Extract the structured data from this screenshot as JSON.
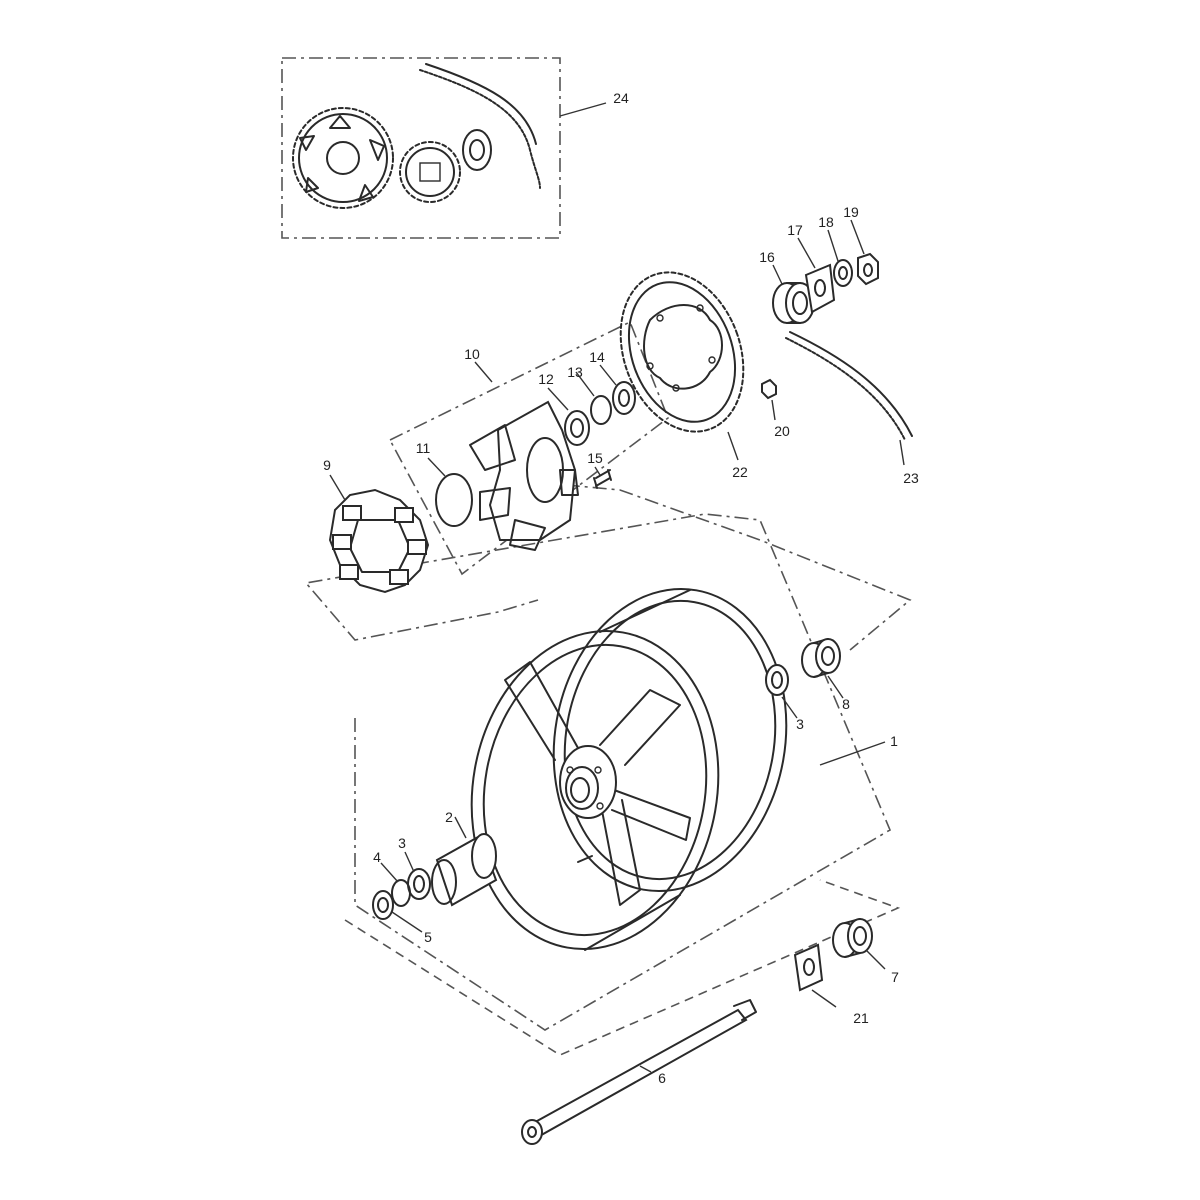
{
  "callouts": {
    "c1": "1",
    "c2": "2",
    "c3a": "3",
    "c3b": "3",
    "c4": "4",
    "c5": "5",
    "c6": "6",
    "c7": "7",
    "c8": "8",
    "c9": "9",
    "c10": "10",
    "c11": "11",
    "c12": "12",
    "c13": "13",
    "c14": "14",
    "c15": "15",
    "c16": "16",
    "c17": "17",
    "c18": "18",
    "c19": "19",
    "c20": "20",
    "c21": "21",
    "c22": "22",
    "c23": "23",
    "c24": "24"
  }
}
